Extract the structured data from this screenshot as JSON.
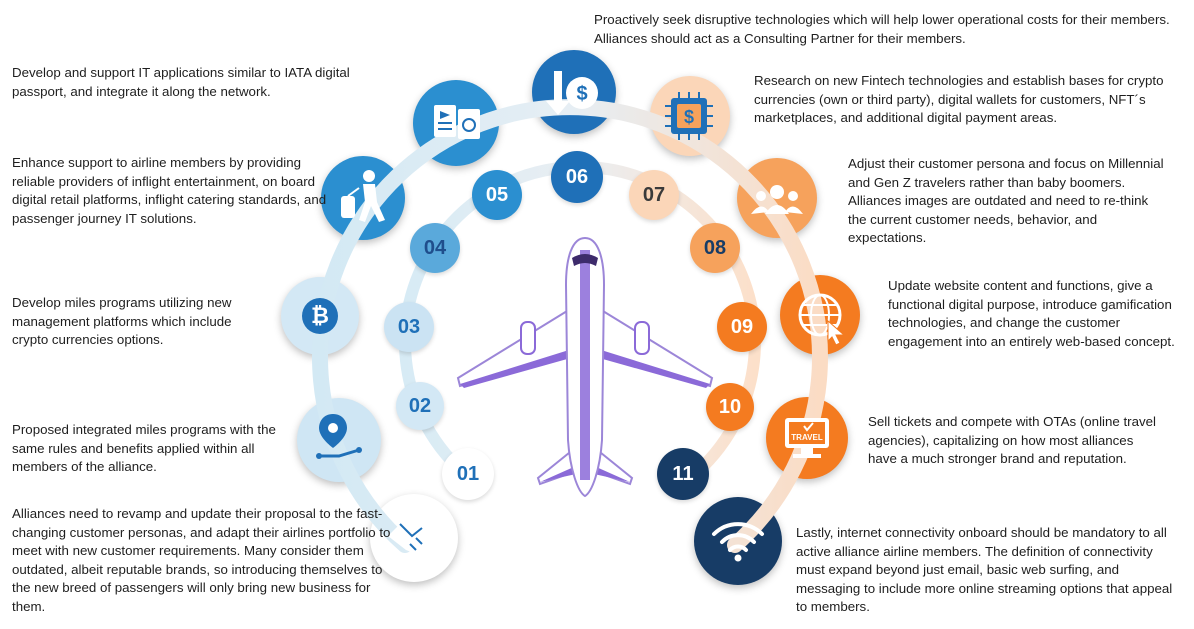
{
  "steps": [
    {
      "num": "01",
      "icon": "handshake-icon",
      "text": "Alliances need to revamp and update their proposal to the fast-changing customer personas, and adapt their airlines portfolio to meet with new customer requirements. Many consider them outdated, albeit reputable brands, so introducing themselves to the new breed of passengers will only bring new business for them."
    },
    {
      "num": "02",
      "icon": "route-pin-icon",
      "text": "Proposed integrated miles programs with the same rules and benefits applied within all members of the alliance."
    },
    {
      "num": "03",
      "icon": "bitcoin-icon",
      "text": "Develop miles programs utilizing new management platforms which include crypto currencies options."
    },
    {
      "num": "04",
      "icon": "traveler-luggage-icon",
      "text": "Enhance support to airline members by providing reliable providers of inflight entertainment, on board digital retail platforms, inflight catering standards, and passenger journey IT solutions."
    },
    {
      "num": "05",
      "icon": "digital-passport-icon",
      "text": "Develop and support IT applications similar to IATA digital passport, and integrate it along the network."
    },
    {
      "num": "06",
      "icon": "cost-down-dollar-icon",
      "text": "Proactively seek disruptive technologies which will help lower operational costs for their members.  Alliances should act as a Consulting Partner for their members."
    },
    {
      "num": "07",
      "icon": "fintech-chip-icon",
      "text": "Research on new Fintech technologies and establish bases for crypto currencies (own or third party), digital wallets for customers, NFT´s marketplaces, and additional digital payment areas."
    },
    {
      "num": "08",
      "icon": "customer-group-icon",
      "text": "Adjust their customer persona and focus on Millennial and Gen Z travelers rather than baby boomers. Alliances images are outdated and need to re-think the current customer needs, behavior, and expectations."
    },
    {
      "num": "09",
      "icon": "web-globe-cursor-icon",
      "text": "Update website content and functions, give a functional digital purpose, introduce gamification technologies, and change the customer engagement into an entirely web-based concept."
    },
    {
      "num": "10",
      "icon": "travel-monitor-icon",
      "text": "Sell tickets and compete with OTAs (online travel agencies), capitalizing on how most alliances have a much stronger brand and reputation."
    },
    {
      "num": "11",
      "icon": "wifi-icon",
      "text": "Lastly, internet connectivity onboard should be mandatory to all active alliance airline members. The definition of connectivity must expand beyond just email, basic web surfing, and messaging to include more online streaming options that appeal to members."
    }
  ],
  "travel_label": "TRAVEL",
  "colors": {
    "ring_blue": "#c6e2f0",
    "ring_orange": "#fbd9bf",
    "dark_blue": "#1f70b8",
    "mid_blue": "#2b8fd0",
    "light_blue": "#c9e4f3",
    "pale_blue": "#dcedf7",
    "orange": "#f47b20",
    "light_orange": "#f6a25c",
    "pale_orange": "#fbd6b8",
    "navy": "#173c66",
    "plane_purple": "#8b6ad8"
  }
}
